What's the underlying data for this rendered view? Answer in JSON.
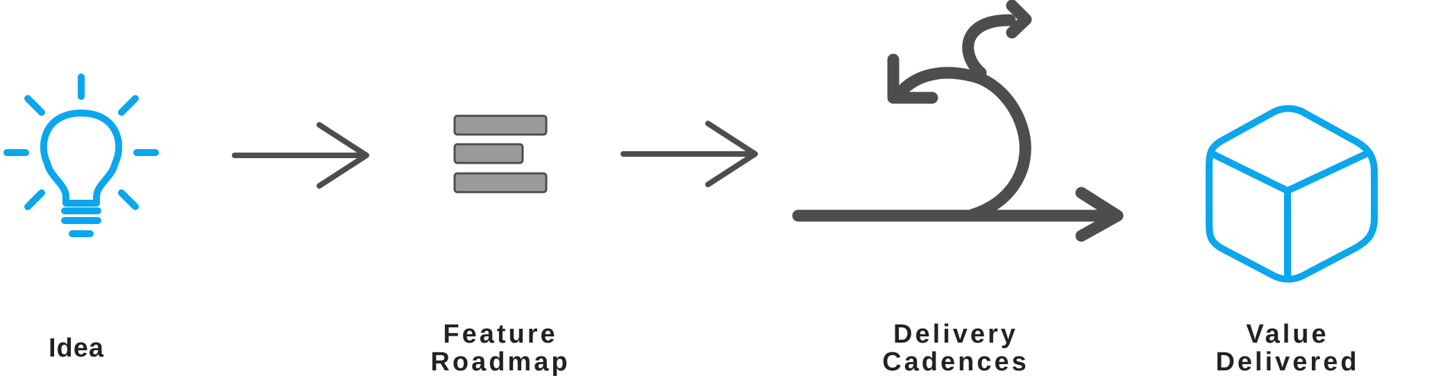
{
  "colors": {
    "accent": "#0AA6EE",
    "dark": "#4D4D4D",
    "bar_fill": "#9B9B9B",
    "text": "#222222"
  },
  "steps": [
    {
      "icon": "lightbulb-icon",
      "label": "Idea"
    },
    {
      "icon": "roadmap-bars-icon",
      "label_line1": "Feature",
      "label_line2": "Roadmap"
    },
    {
      "icon": "iteration-loop-icon",
      "label_line1": "Delivery",
      "label_line2": "Cadences"
    },
    {
      "icon": "box-icon",
      "label_line1": "Value",
      "label_line2": "Delivered"
    }
  ]
}
